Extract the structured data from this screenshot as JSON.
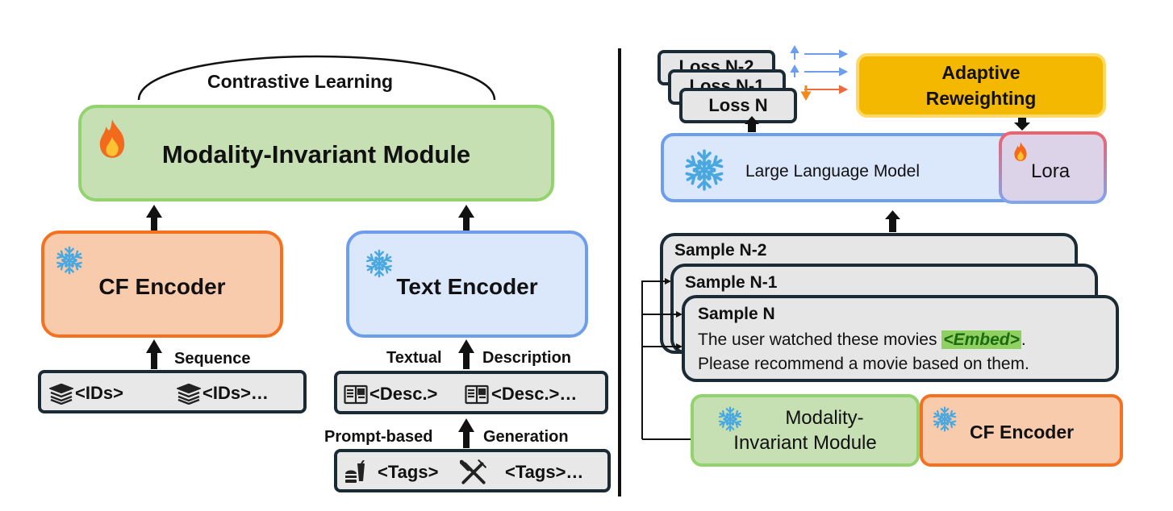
{
  "left": {
    "contrastive_label": "Contrastive Learning",
    "modality_module": "Modality-Invariant Module",
    "cf_encoder": "CF Encoder",
    "text_encoder": "Text Encoder",
    "sequence_label": "Sequence",
    "textual_label": "Textual",
    "description_label": "Description",
    "ids_items": [
      "<IDs>",
      "<IDs>…"
    ],
    "desc_items": [
      "<Desc.>",
      "<Desc.>…"
    ],
    "prompt_label": "Prompt-based",
    "generation_label": "Generation",
    "tags_items": [
      "<Tags>",
      "<Tags>…"
    ]
  },
  "right": {
    "losses": [
      "Loss N-2",
      "Loss N-1",
      "Loss N"
    ],
    "adaptive": [
      "Adaptive",
      "Reweighting"
    ],
    "llm": "Large Language Model",
    "lora": "Lora",
    "samples": [
      "Sample N-2",
      "Sample N-1",
      "Sample N"
    ],
    "sample_text_1": "The user watched these movies",
    "sample_embed": "<Embed>",
    "sample_text_period": ".",
    "sample_text_2": "Please recommend a movie based on them.",
    "modality_module_lines": [
      "Modality-",
      "Invariant Module"
    ],
    "cf_encoder": "CF Encoder"
  },
  "colors": {
    "green_fill": "#c6e0b4",
    "green_border": "#92d36e",
    "orange_fill": "#f8cbad",
    "orange_border": "#f5701f",
    "blue_fill": "#dbe7fb",
    "blue_border": "#6d9eeb",
    "gold": "#f5b800",
    "dark_border": "#1b2b35"
  },
  "icons": [
    "fire-icon",
    "snowflake-icon",
    "database-stack-icon",
    "document-icon",
    "burger-drink-icon",
    "fork-knife-icon"
  ]
}
